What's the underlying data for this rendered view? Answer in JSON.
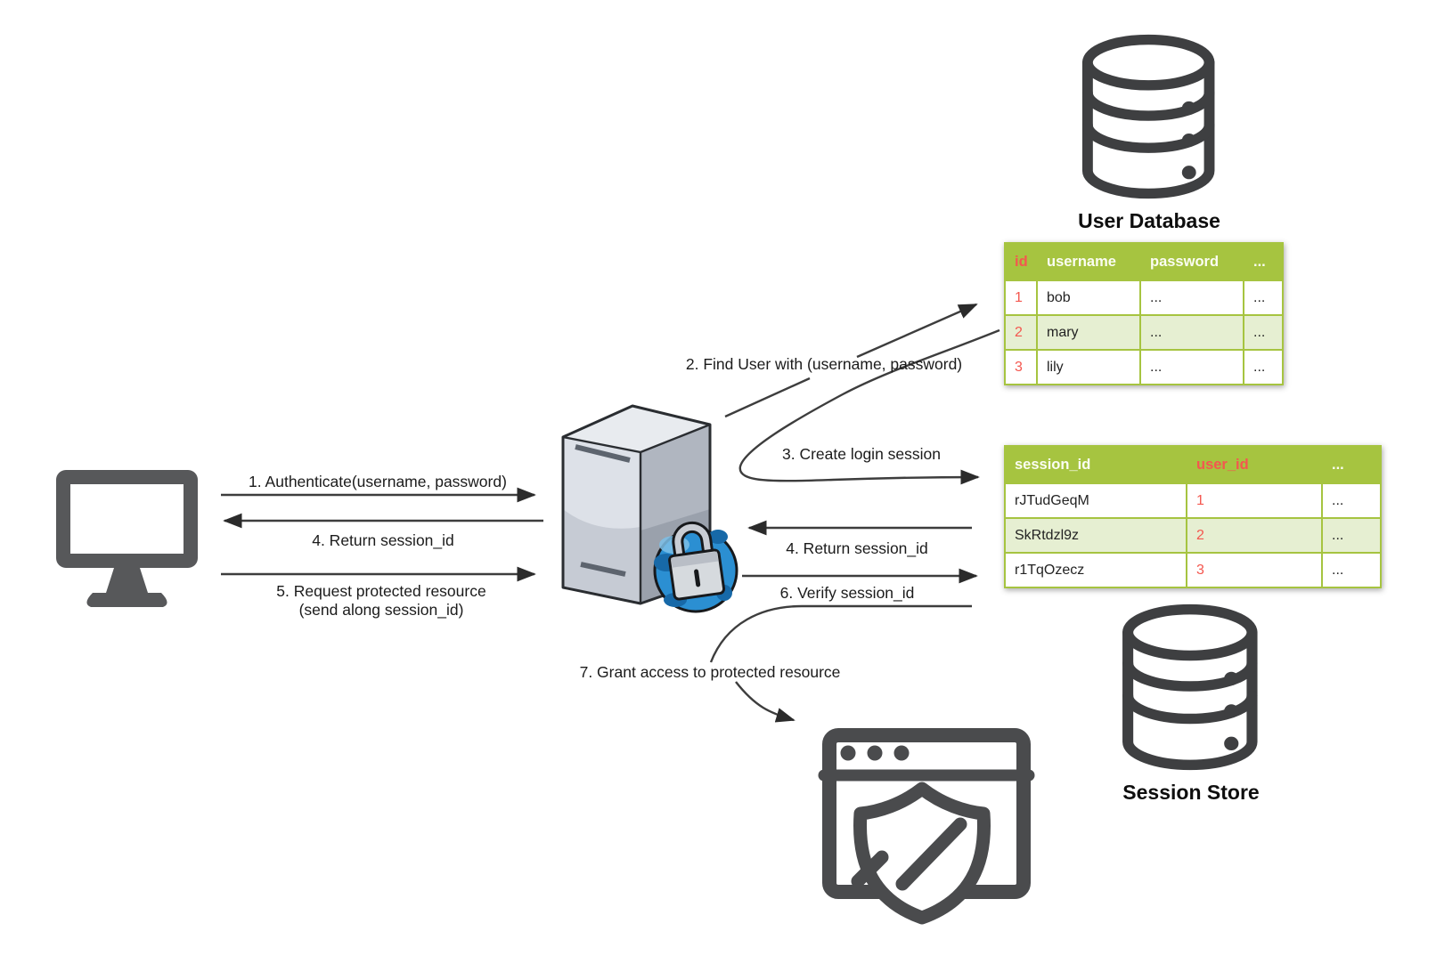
{
  "title": "Session based authentication flow diagram",
  "colors": {
    "table_green": "#a6c440",
    "table_row_alt": "#e6efd2",
    "table_header_text": "#fbfdf2",
    "red_accent": "#f4574f",
    "icon_gray": "#4a4b4d",
    "arrow_color": "#3d3d3d",
    "globe_blue": "#2b8fd2"
  },
  "icons": {
    "client": "monitor-icon",
    "auth_server": "server-lock-icon",
    "user_database": "database-cylinder-icon",
    "session_store": "database-cylinder-icon",
    "protected_resource": "browser-shield-icon"
  },
  "nodes": {
    "user_database": {
      "label": "User Database"
    },
    "session_store": {
      "label": "Session Store"
    }
  },
  "steps": {
    "s1": "1. Authenticate(username, password)",
    "s2": "2. Find User with (username, password)",
    "s3": "3. Create login session",
    "s4_client": "4. Return session_id",
    "s4_store": "4. Return session_id",
    "s5_line1": "5. Request protected resource",
    "s5_line2": "(send along session_id)",
    "s6": "6. Verify session_id",
    "s7": "7. Grant access to protected resource"
  },
  "user_table": {
    "headers": [
      "id",
      "username",
      "password",
      "..."
    ],
    "rows": [
      [
        "1",
        "bob",
        "...",
        "..."
      ],
      [
        "2",
        "mary",
        "...",
        "..."
      ],
      [
        "3",
        "lily",
        "...",
        "..."
      ]
    ]
  },
  "session_table": {
    "headers": [
      "session_id",
      "user_id",
      "..."
    ],
    "rows": [
      [
        "rJTudGeqM",
        "1",
        "..."
      ],
      [
        "SkRtdzl9z",
        "2",
        "..."
      ],
      [
        "r1TqOzecz",
        "3",
        "..."
      ]
    ]
  }
}
